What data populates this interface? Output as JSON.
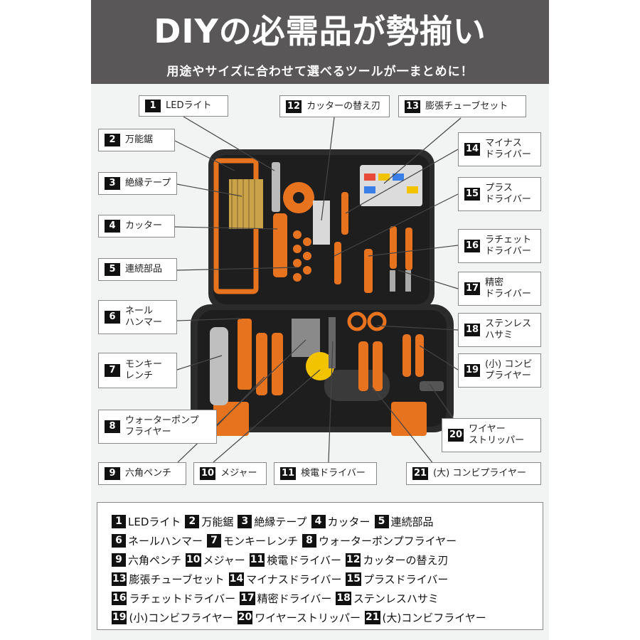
{
  "header": {
    "title": "DIYの必需品が勢揃い",
    "subtitle": "用途やサイズに合わせて選べるツールが一まとめに！"
  },
  "callouts": [
    {
      "num": "1",
      "text": "LEDライト"
    },
    {
      "num": "2",
      "text": "万能鋸"
    },
    {
      "num": "3",
      "text": "絶縁テープ"
    },
    {
      "num": "4",
      "text": "カッター"
    },
    {
      "num": "5",
      "text": "連続部品"
    },
    {
      "num": "6",
      "text": "ネール\nハンマー"
    },
    {
      "num": "7",
      "text": "モンキー\nレンチ"
    },
    {
      "num": "8",
      "text": "ウォーターポンプ\nフライヤー"
    },
    {
      "num": "9",
      "text": "六角ペンチ"
    },
    {
      "num": "10",
      "text": "メジャー"
    },
    {
      "num": "11",
      "text": "検電ドライバー"
    },
    {
      "num": "12",
      "text": "カッターの替え刃"
    },
    {
      "num": "13",
      "text": "膨張チューブセット"
    },
    {
      "num": "14",
      "text": "マイナス\nドライバー"
    },
    {
      "num": "15",
      "text": "プラス\nドライバー"
    },
    {
      "num": "16",
      "text": "ラチェット\nドライバー"
    },
    {
      "num": "17",
      "text": "精密\nドライバー"
    },
    {
      "num": "18",
      "text": "ステンレス\nハサミ"
    },
    {
      "num": "19",
      "text": "(小) コンビ\nプライヤー"
    },
    {
      "num": "20",
      "text": "ワイヤー\nストリッパー"
    },
    {
      "num": "21",
      "text": "(大) コンビプライヤー"
    }
  ],
  "legend": {
    "rows": [
      [
        {
          "num": "1",
          "text": "LEDライト"
        },
        {
          "num": "2",
          "text": "万能鋸"
        },
        {
          "num": "3",
          "text": "絶縁テープ"
        },
        {
          "num": "4",
          "text": "カッター"
        },
        {
          "num": "5",
          "text": "連続部品"
        }
      ],
      [
        {
          "num": "6",
          "text": "ネールハンマー"
        },
        {
          "num": "7",
          "text": "モンキーレンチ"
        },
        {
          "num": "8",
          "text": "ウォーターポンプフライヤー"
        }
      ],
      [
        {
          "num": "9",
          "text": "六角ペンチ"
        },
        {
          "num": "10",
          "text": "メジャー"
        },
        {
          "num": "11",
          "text": "検電ドライバー"
        },
        {
          "num": "12",
          "text": "カッターの替え刃"
        }
      ],
      [
        {
          "num": "13",
          "text": "膨張チューブセット"
        },
        {
          "num": "14",
          "text": "マイナスドライバー"
        },
        {
          "num": "15",
          "text": "プラスドライバー"
        }
      ],
      [
        {
          "num": "16",
          "text": "ラチェットドライバー"
        },
        {
          "num": "17",
          "text": "精密ドライバー"
        },
        {
          "num": "18",
          "text": "ステンレスハサミ"
        }
      ],
      [
        {
          "num": "19",
          "text": "(小)コンビフライヤー"
        },
        {
          "num": "20",
          "text": "ワイヤーストリッパー"
        },
        {
          "num": "21",
          "text": "(大)コンビフライヤー"
        }
      ]
    ]
  },
  "colors": {
    "header_bg": "#595757",
    "case": "#2b2b2b",
    "accent": "#e8731f"
  }
}
